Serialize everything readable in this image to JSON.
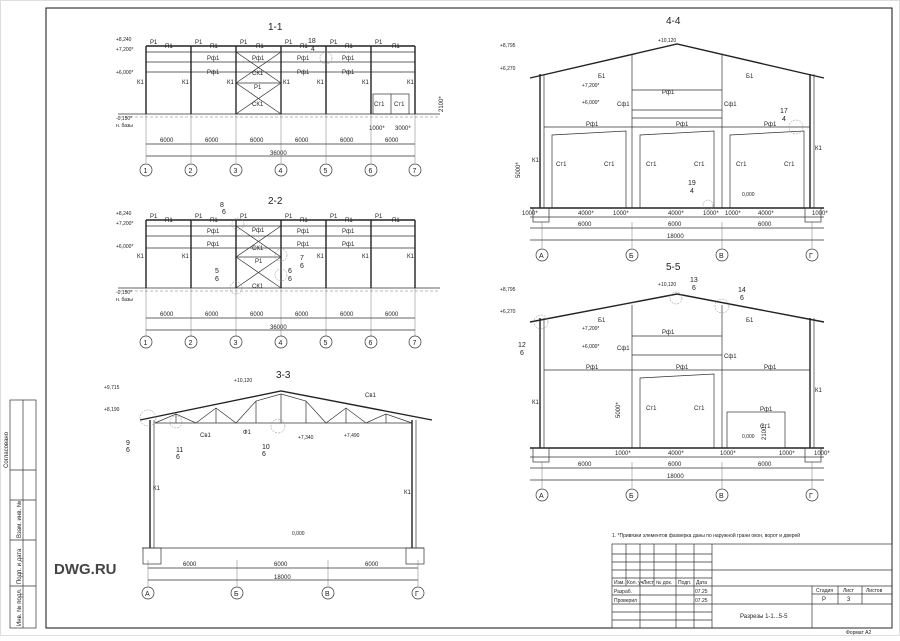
{
  "sections": {
    "s11": "1-1",
    "s22": "2-2",
    "s33": "3-3",
    "s44": "4-4",
    "s55": "5-5"
  },
  "labels": {
    "P1": "Р1",
    "Pi1": "П1",
    "Rf1": "Рф1",
    "SK1": "СК1",
    "K1": "К1",
    "St1": "Ст1",
    "Sf1": "Сф1",
    "B1": "Б1",
    "F1": "Ф1",
    "Sv1": "Св1"
  },
  "levels": {
    "l8240": "+8,240",
    "l7200": "+7,200*",
    "l6000": "+6,000*",
    "l0150": "-0,150*",
    "base": "н. базы",
    "l8795": "+8,795",
    "l6270": "+6,270",
    "l10120": "+10,120",
    "l0000": "0,000",
    "l9715": "+9,715",
    "l8190": "+8,190",
    "l7340": "+7,340",
    "l7490": "+7,490"
  },
  "dims": {
    "d6000": "6000",
    "d36000": "36000",
    "d18000": "18000",
    "d4000": "4000*",
    "d1000": "1000*",
    "d3000": "3000*",
    "d2100": "2100*",
    "d5000": "5000*"
  },
  "axes_num": [
    "1",
    "2",
    "3",
    "4",
    "5",
    "6",
    "7"
  ],
  "axes_let": [
    "А",
    "Б",
    "В",
    "Г"
  ],
  "callouts": {
    "c18_4": [
      "18",
      "4"
    ],
    "c8_6": [
      "8",
      "6"
    ],
    "c7_6": [
      "7",
      "6"
    ],
    "c5_6": [
      "5",
      "6"
    ],
    "c6_6": [
      "6",
      "6"
    ],
    "c17_4": [
      "17",
      "4"
    ],
    "c19_4": [
      "19",
      "4"
    ],
    "c13_6": [
      "13",
      "6"
    ],
    "c14_6": [
      "14",
      "6"
    ],
    "c12_6": [
      "12",
      "6"
    ],
    "c9_6": [
      "9",
      "6"
    ],
    "c11_6": [
      "11",
      "6"
    ],
    "c10_6": [
      "10",
      "6"
    ]
  },
  "note": "1. *Привязки элементов фахверка даны по наружной грани окон, ворот и дверей",
  "side_stamp": [
    "Согласовано",
    "Взам. инв. №",
    "Подп. и дата",
    "Инв. № подл."
  ],
  "title_block": {
    "headers": [
      "Изм.",
      "Кол. уч.",
      "Лист",
      "№ док.",
      "Подп.",
      "Дата"
    ],
    "razrab": "Разраб.",
    "proveril": "Проверил",
    "date1": "07.25",
    "date2": "07.25",
    "title": "Разрезы 1-1...5-5",
    "stage_h": "Стадия",
    "sheet_h": "Лист",
    "sheets_h": "Листов",
    "stage": "Р",
    "sheet": "3"
  },
  "format": "Формат А2",
  "watermark": "DWG.RU"
}
